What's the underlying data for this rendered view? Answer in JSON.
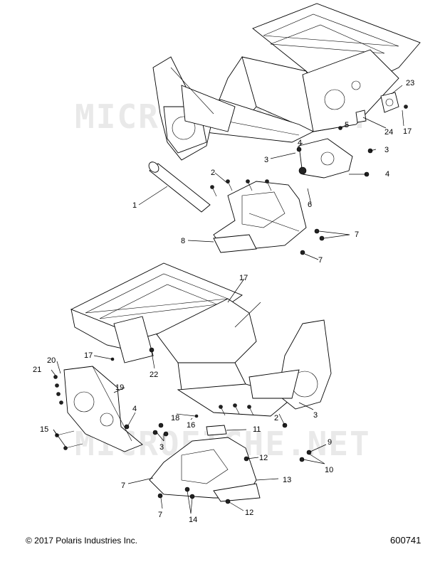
{
  "watermarks": [
    "MICROFICHE.NET",
    "MICROFICHE.NET"
  ],
  "footer": {
    "copyright": "© 2017 Polaris Industries Inc.",
    "doc_number": "600741"
  },
  "callouts_top": [
    "1",
    "2",
    "3",
    "3",
    "4",
    "4",
    "5",
    "6",
    "7",
    "7",
    "8",
    "17",
    "23",
    "24"
  ],
  "callouts_bottom": [
    "2",
    "3",
    "3",
    "4",
    "7",
    "7",
    "9",
    "10",
    "11",
    "12",
    "12",
    "13",
    "14",
    "15",
    "16",
    "17",
    "17",
    "18",
    "19",
    "20",
    "21",
    "22"
  ]
}
